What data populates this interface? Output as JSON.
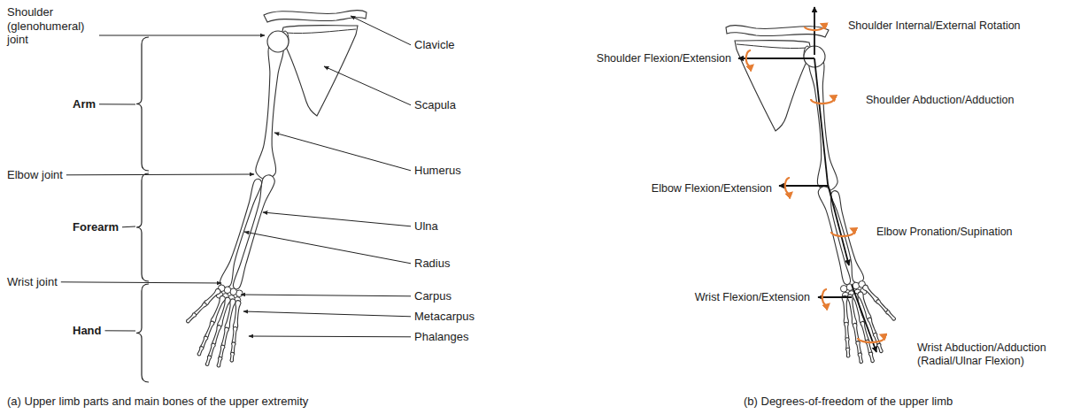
{
  "diagram": {
    "labels": [
      "Shoulder (glenohumeral) joint",
      "Arm",
      "Elbow joint",
      "Forearm",
      "Wrist joint",
      "Hand",
      "Clavicle",
      "Scapula",
      "Humerus",
      "Ulna",
      "Radius",
      "Carpus",
      "Metacarpus",
      "Phalanges",
      "(a) Upper limb parts and main bones of the upper extremity",
      "Shoulder Internal/External Rotation",
      "Shoulder Flexion/Extension",
      "Shoulder Abduction/Adduction",
      "Elbow Flexion/Extension",
      "Elbow Pronation/Supination",
      "Wrist Flexion/Extension",
      "Wrist Abduction/Adduction (Radial/Ulnar Flexion)",
      "(b) Degrees-of-freedom of the upper limb"
    ]
  }
}
